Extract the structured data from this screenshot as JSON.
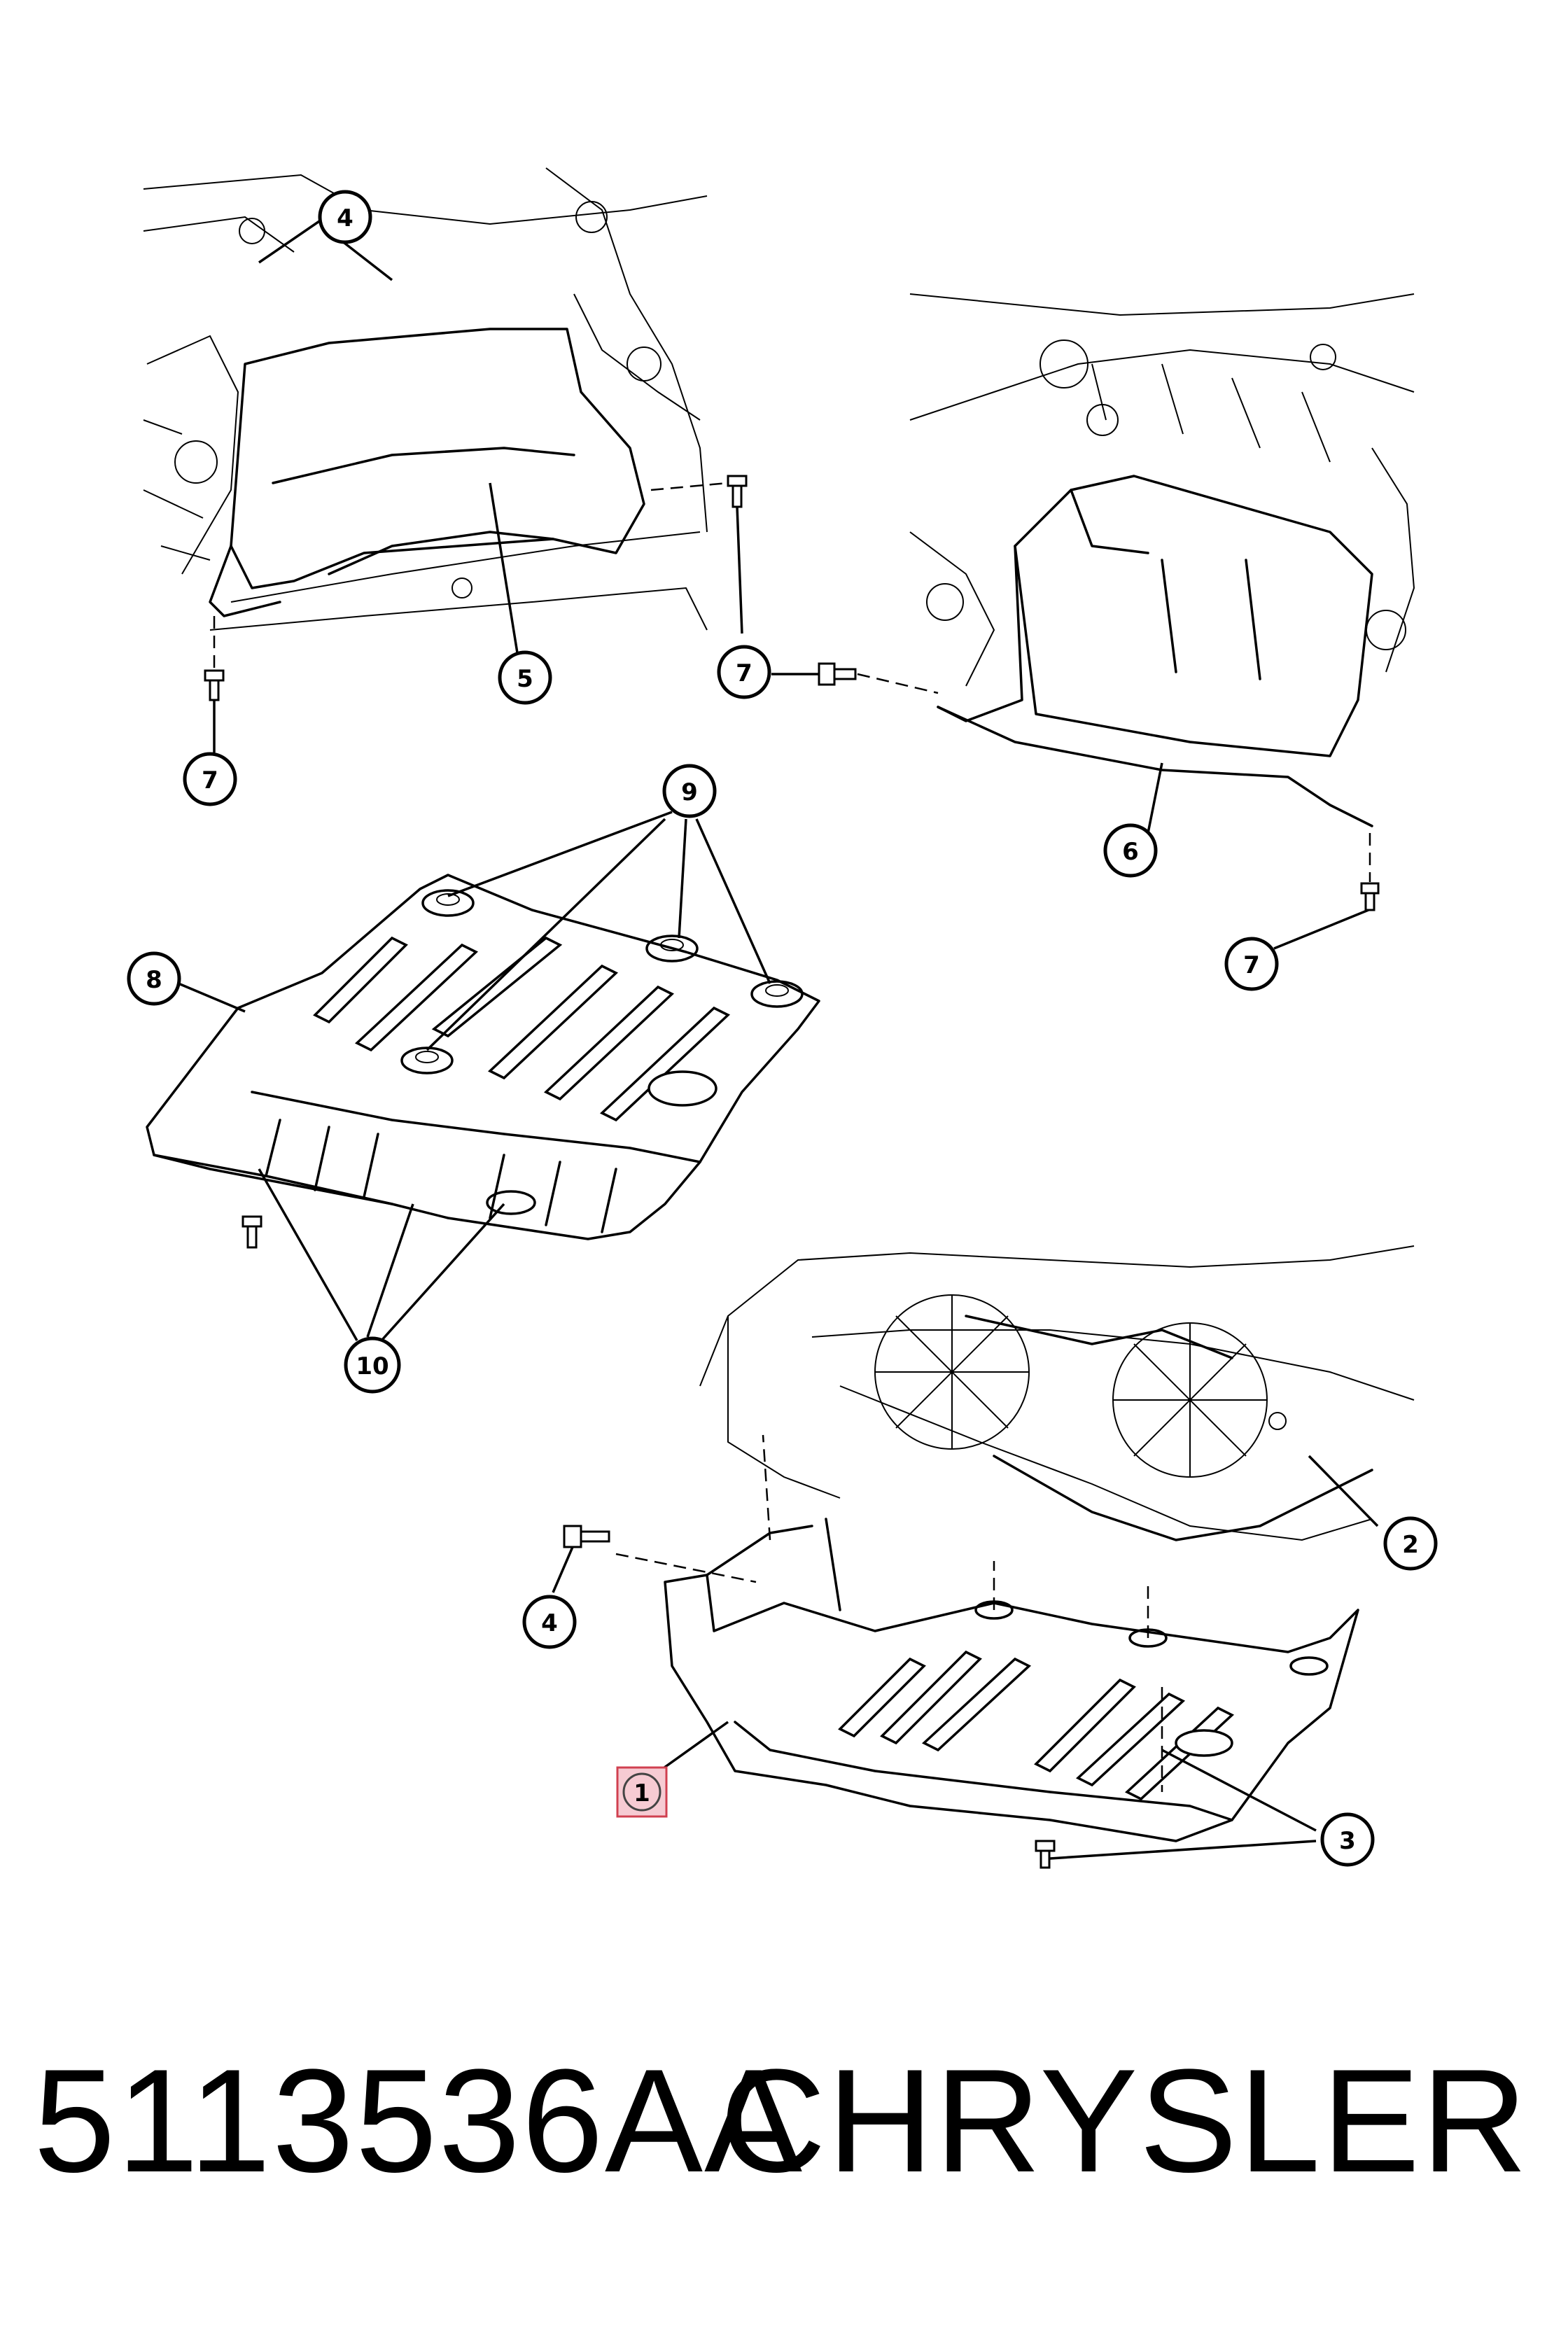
{
  "callouts": [
    {
      "id": "c1",
      "label": "1",
      "highlighted": true
    },
    {
      "id": "c2",
      "label": "2"
    },
    {
      "id": "c3",
      "label": "3"
    },
    {
      "id": "c4a",
      "label": "4"
    },
    {
      "id": "c4b",
      "label": "4"
    },
    {
      "id": "c5",
      "label": "5"
    },
    {
      "id": "c6",
      "label": "6"
    },
    {
      "id": "c7a",
      "label": "7"
    },
    {
      "id": "c7b",
      "label": "7"
    },
    {
      "id": "c7c",
      "label": "7"
    },
    {
      "id": "c8",
      "label": "8"
    },
    {
      "id": "c9",
      "label": "9"
    },
    {
      "id": "c10",
      "label": "10"
    }
  ],
  "caption": {
    "part_number": "5113536AA",
    "brand": "CHRYSLER"
  },
  "colors": {
    "line": "#000000",
    "background": "#ffffff",
    "highlight_fill": "#f6cbd3",
    "highlight_border": "#d04050"
  }
}
